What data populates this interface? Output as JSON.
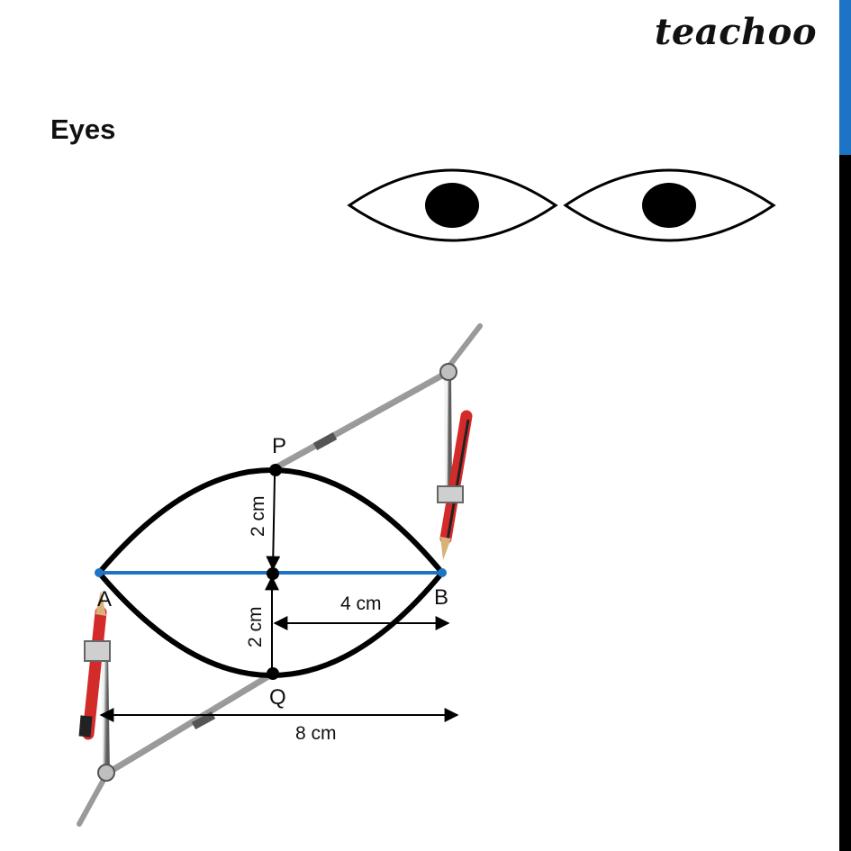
{
  "header": {
    "brand": "teachoo"
  },
  "page": {
    "title": "Eyes"
  },
  "diagram": {
    "points": {
      "P": "P",
      "Q": "Q",
      "A": "A",
      "B": "B"
    },
    "measures": {
      "upper_radius": "2 cm",
      "lower_radius": "2 cm",
      "half_width": "4 cm",
      "full_width": "8 cm"
    }
  },
  "colors": {
    "accent": "#1d74c4",
    "line": "#000000",
    "pencil": "#d32a2a"
  },
  "icons": [
    "eye-icon",
    "eye-icon",
    "compass-icon",
    "compass-icon",
    "pencil-icon"
  ]
}
